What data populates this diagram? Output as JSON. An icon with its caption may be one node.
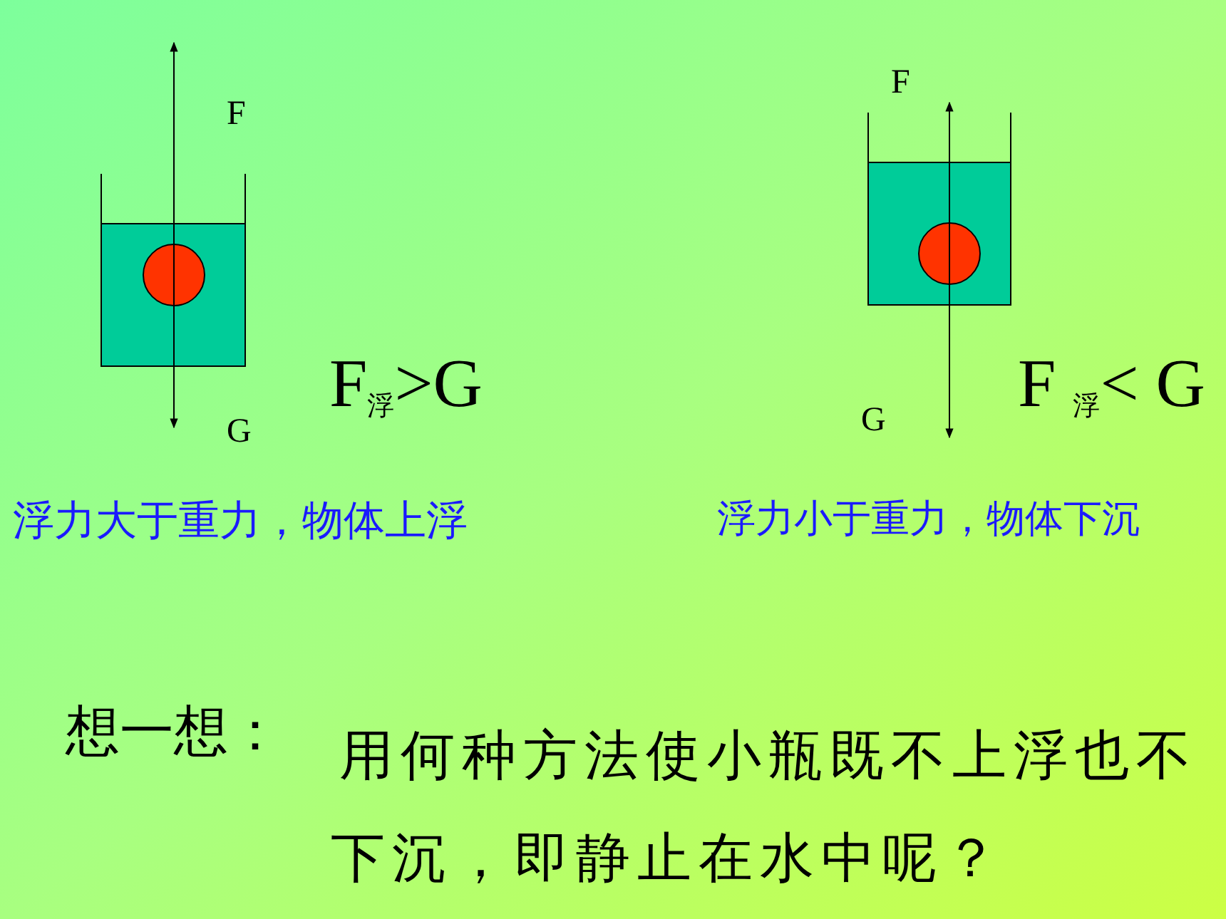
{
  "diagram": {
    "labels": [
      "F",
      "G",
      "F$_{浮}$>G",
      "浮力大于重力，物体上浮",
      "F",
      "G",
      "F $_{浮}$< G",
      "浮力小于重力，物体下沉",
      "想一想：",
      "用何种方法使小瓶既不上浮也不下沉，即静止在水中呢？"
    ]
  }
}
